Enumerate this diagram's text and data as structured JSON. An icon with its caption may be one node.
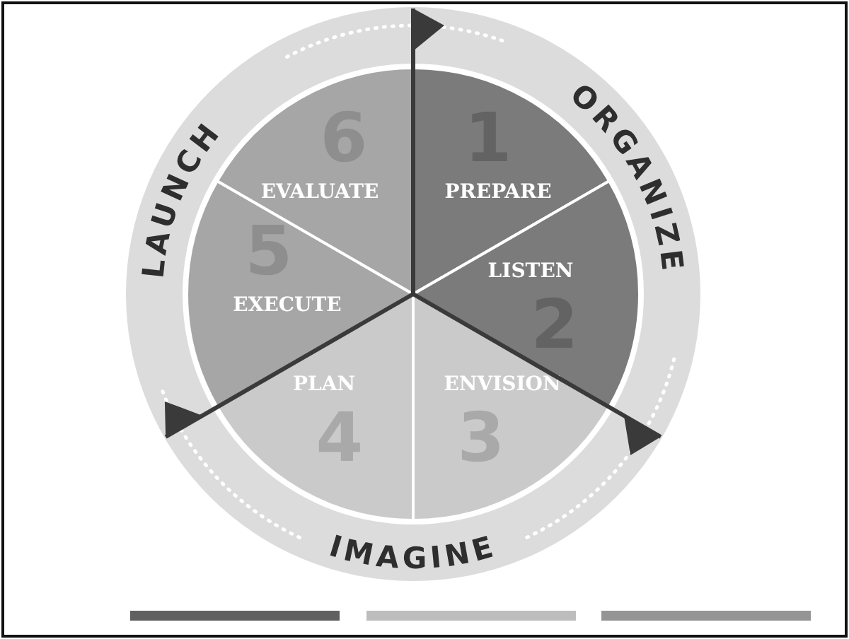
{
  "diagram": {
    "nodes": [
      {
        "text": [
          "1",
          "PREPARE"
        ]
      },
      {
        "text": [
          "LISTEN",
          "2"
        ]
      },
      {
        "text": [
          "ENVISION",
          "3"
        ]
      },
      {
        "text": [
          "PLAN",
          "4"
        ]
      },
      {
        "text": [
          "5",
          "EXECUTE"
        ]
      },
      {
        "text": [
          "6",
          "EVALUATE"
        ]
      }
    ],
    "labels": [
      "ORGANIZE",
      "IMAGINE",
      "LAUNCH"
    ]
  }
}
